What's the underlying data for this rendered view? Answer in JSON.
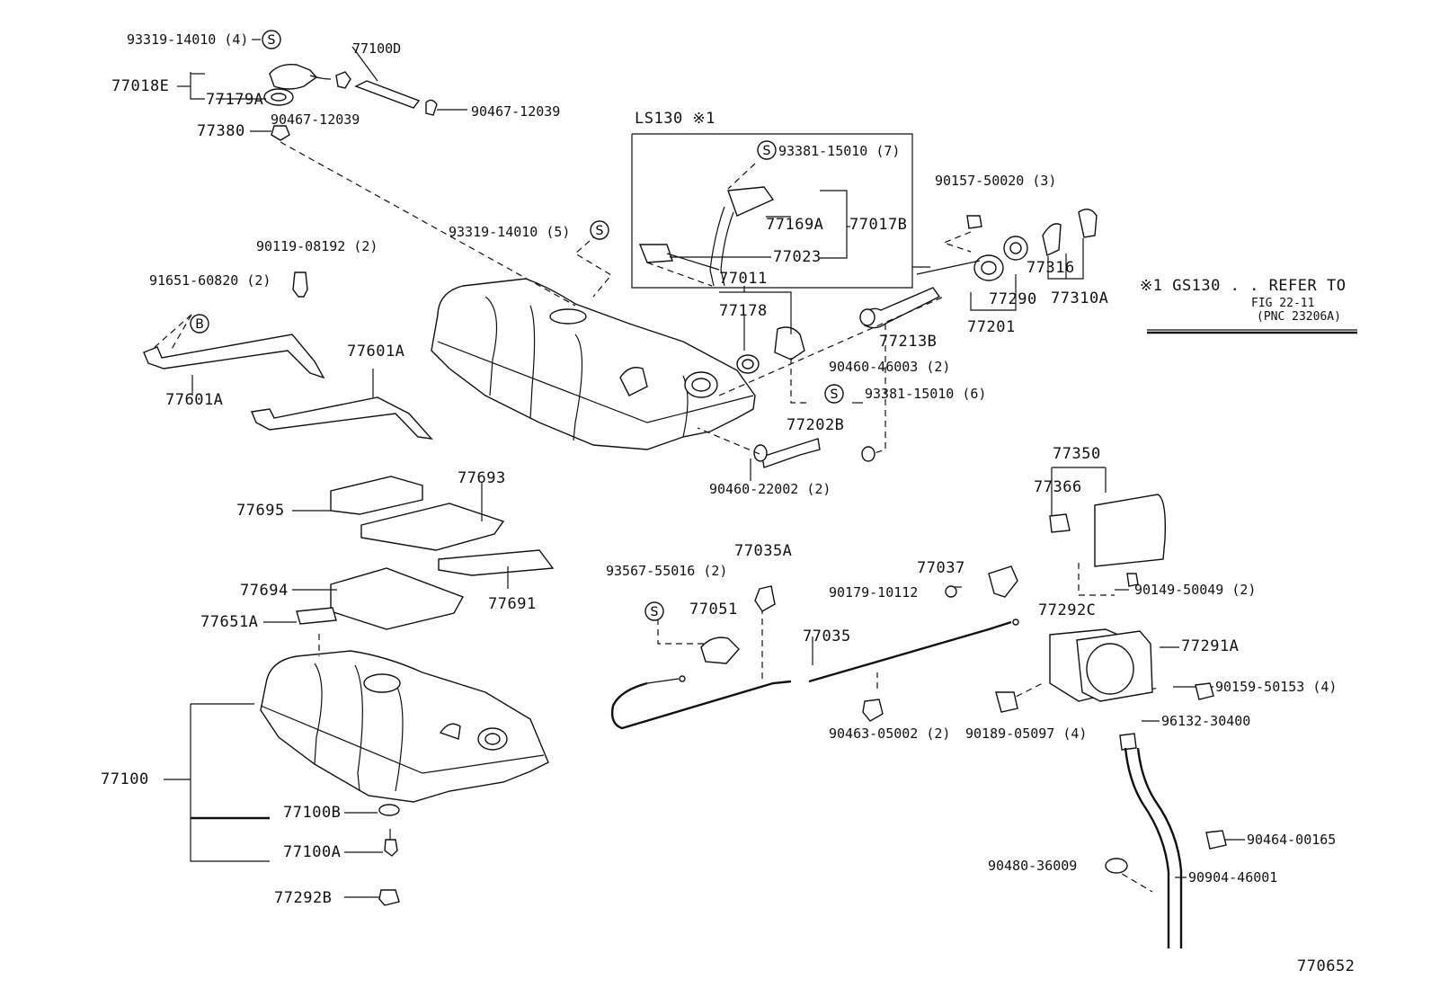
{
  "labels": [
    {
      "id": "p93319a",
      "text": "93319-14010 (4)"
    },
    {
      "id": "p77100d",
      "text": "77100D"
    },
    {
      "id": "p77018e",
      "text": "77018E"
    },
    {
      "id": "p77179a",
      "text": "77179A"
    },
    {
      "id": "p90467a",
      "text": "90467-12039"
    },
    {
      "id": "p90467b",
      "text": "90467-12039"
    },
    {
      "id": "p77380",
      "text": "77380"
    },
    {
      "id": "pls130",
      "text": "LS130 ※1"
    },
    {
      "id": "p93381a",
      "text": "93381-15010 (7)"
    },
    {
      "id": "p77169a",
      "text": "77169A"
    },
    {
      "id": "p77017b",
      "text": "77017B"
    },
    {
      "id": "p77023",
      "text": "77023"
    },
    {
      "id": "p93319b",
      "text": "93319-14010 (5)"
    },
    {
      "id": "p90119",
      "text": "90119-08192 (2)"
    },
    {
      "id": "p91651",
      "text": "91651-60820 (2)"
    },
    {
      "id": "p90157",
      "text": "90157-50020 (3)"
    },
    {
      "id": "p77011",
      "text": "77011"
    },
    {
      "id": "p77178",
      "text": "77178"
    },
    {
      "id": "p77316",
      "text": "77316"
    },
    {
      "id": "p77290",
      "text": "77290"
    },
    {
      "id": "p77310a",
      "text": "77310A"
    },
    {
      "id": "p77201",
      "text": "77201"
    },
    {
      "id": "p77213b",
      "text": "77213B"
    },
    {
      "id": "p90460a",
      "text": "90460-46003 (2)"
    },
    {
      "id": "p93381b",
      "text": "93381-15010 (6)"
    },
    {
      "id": "p77601a1",
      "text": "77601A"
    },
    {
      "id": "p77601a2",
      "text": "77601A"
    },
    {
      "id": "p77202b",
      "text": "77202B"
    },
    {
      "id": "p90460b",
      "text": "90460-22002 (2)"
    },
    {
      "id": "p77693",
      "text": "77693"
    },
    {
      "id": "p77695",
      "text": "77695"
    },
    {
      "id": "p77350",
      "text": "77350"
    },
    {
      "id": "p77366",
      "text": "77366"
    },
    {
      "id": "p77035a",
      "text": "77035A"
    },
    {
      "id": "p93567",
      "text": "93567-55016 (2)"
    },
    {
      "id": "p77037",
      "text": "77037"
    },
    {
      "id": "p77694",
      "text": "77694"
    },
    {
      "id": "p77691",
      "text": "77691"
    },
    {
      "id": "p90179",
      "text": "90179-10112"
    },
    {
      "id": "p90149",
      "text": "90149-50049 (2)"
    },
    {
      "id": "p77051",
      "text": "77051"
    },
    {
      "id": "p77651a",
      "text": "77651A"
    },
    {
      "id": "p77292c",
      "text": "77292C"
    },
    {
      "id": "p77035",
      "text": "77035"
    },
    {
      "id": "p77291a",
      "text": "77291A"
    },
    {
      "id": "p90159",
      "text": "90159-50153 (4)"
    },
    {
      "id": "p77100",
      "text": "77100"
    },
    {
      "id": "p90463",
      "text": "90463-05002 (2)"
    },
    {
      "id": "p90189",
      "text": "90189-05097 (4)"
    },
    {
      "id": "p96132",
      "text": "96132-30400"
    },
    {
      "id": "p77100b",
      "text": "77100B"
    },
    {
      "id": "p77100a",
      "text": "77100A"
    },
    {
      "id": "p90464",
      "text": "90464-00165"
    },
    {
      "id": "p90480",
      "text": "90480-36009"
    },
    {
      "id": "p90904",
      "text": "90904-46001"
    },
    {
      "id": "p77292b",
      "text": "77292B"
    },
    {
      "id": "pfig",
      "text": "770652"
    }
  ],
  "symbols": {
    "s": "S",
    "b": "B"
  },
  "note": {
    "line1": "※1 GS130 . . REFER TO",
    "line2": "FIG 22-11",
    "line3": "(PNC 23206A)"
  }
}
